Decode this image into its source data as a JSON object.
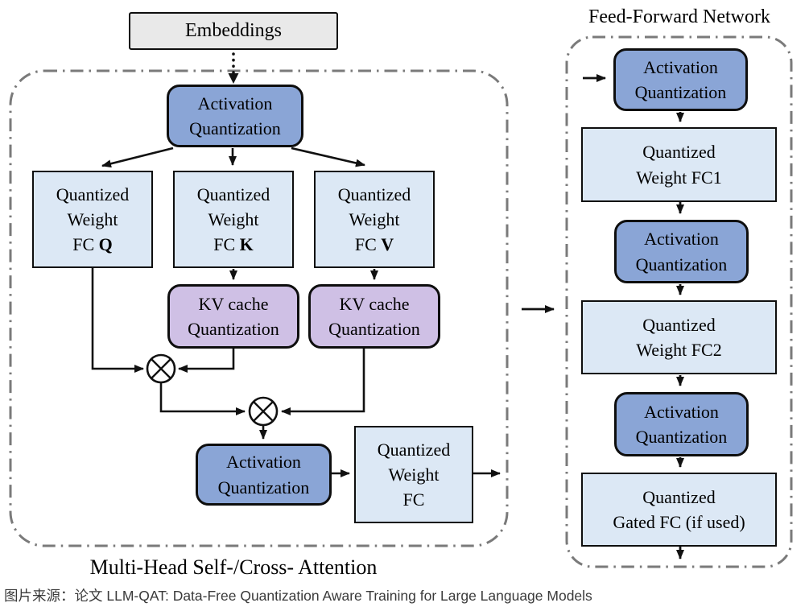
{
  "colors": {
    "activation_blue": "#8AA5D6",
    "fc_light_blue": "#DCE8F5",
    "kv_purple": "#CFC0E5",
    "embeddings_gray": "#E9E9E9",
    "dash_border_gray": "#7A7A7A",
    "line_black": "#111111"
  },
  "embeddings": {
    "label": "Embeddings"
  },
  "attention": {
    "title": "Multi-Head Self-/Cross- Attention",
    "activation_quant_top": {
      "line1": "Activation",
      "line2": "Quantization"
    },
    "fc_q": {
      "line1": "Quantized",
      "line2": "Weight",
      "line3_prefix": "FC ",
      "line3_bold": "Q"
    },
    "fc_k": {
      "line1": "Quantized",
      "line2": "Weight",
      "line3_prefix": "FC ",
      "line3_bold": "K"
    },
    "fc_v": {
      "line1": "Quantized",
      "line2": "Weight",
      "line3_prefix": "FC ",
      "line3_bold": "V"
    },
    "kv_cache_k": {
      "line1": "KV cache",
      "line2": "Quantization"
    },
    "kv_cache_v": {
      "line1": "KV cache",
      "line2": "Quantization"
    },
    "matmul_operator": "circled-times",
    "activation_quant_bottom": {
      "line1": "Activation",
      "line2": "Quantization"
    },
    "quantized_weight_fc": {
      "line1": "Quantized",
      "line2": "Weight",
      "line3": "FC"
    }
  },
  "ffn": {
    "title": "Feed-Forward Network",
    "activation_quant_1": {
      "line1": "Activation",
      "line2": "Quantization"
    },
    "fc1": {
      "line1": "Quantized",
      "line2": "Weight FC1"
    },
    "activation_quant_2": {
      "line1": "Activation",
      "line2": "Quantization"
    },
    "fc2": {
      "line1": "Quantized",
      "line2": "Weight FC2"
    },
    "activation_quant_3": {
      "line1": "Activation",
      "line2": "Quantization"
    },
    "gated_fc": {
      "line1": "Quantized",
      "line2": "Gated FC (if used)"
    }
  },
  "caption": "图片来源：论文 LLM-QAT: Data-Free Quantization Aware Training for Large Language Models"
}
